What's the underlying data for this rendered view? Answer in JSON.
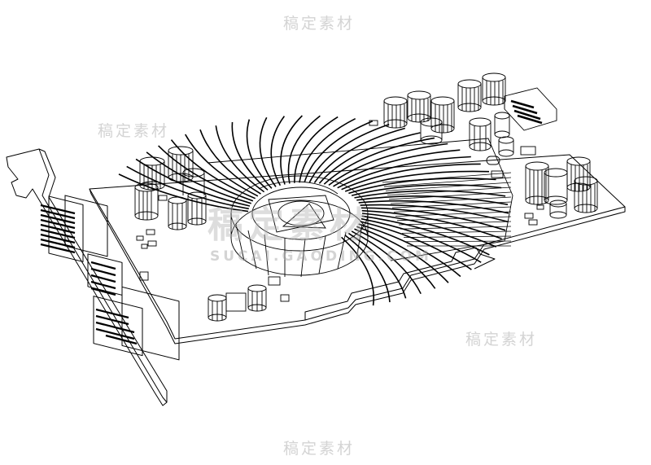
{
  "image": {
    "subject": "graphics-card-wireframe",
    "background": "#ffffff",
    "line_color": "#000000"
  },
  "watermarks": {
    "small_text": "稿定素材",
    "large_text": "稿定素材",
    "sub_text": "SUCAI.GAODING.COM",
    "color": "#d4d4d4"
  }
}
